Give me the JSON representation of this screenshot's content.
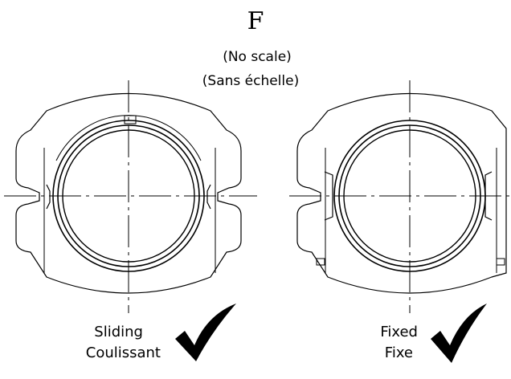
{
  "header": {
    "section_letter": "F",
    "scale_en": "(No scale)",
    "scale_fr": "(Sans échelle)"
  },
  "clamps": [
    {
      "id": "sliding",
      "label_en": "Sliding",
      "label_fr": "Coulissant",
      "checked": true
    },
    {
      "id": "fixed",
      "label_en": "Fixed",
      "label_fr": "Fixe",
      "checked": true
    }
  ],
  "colors": {
    "line": "#000000",
    "background": "#ffffff"
  }
}
